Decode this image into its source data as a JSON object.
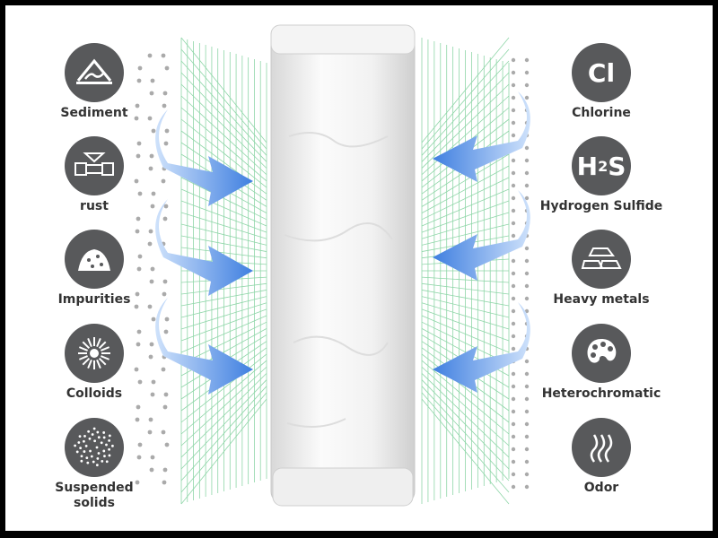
{
  "left_items": [
    {
      "label": "Sediment",
      "icon": "sediment-icon"
    },
    {
      "label": "rust",
      "icon": "valve-pipe-icon"
    },
    {
      "label": "Impurities",
      "icon": "pile-icon"
    },
    {
      "label": "Colloids",
      "icon": "colloid-icon"
    },
    {
      "label": "Suspended solids",
      "icon": "particles-icon"
    }
  ],
  "right_items": [
    {
      "label": "Chlorine",
      "icon": "chlorine-icon",
      "symbol": "Cl"
    },
    {
      "label": "Hydrogen Sulfide",
      "icon": "h2s-icon",
      "symbol": "H",
      "sub": "2",
      "symbol2": "S"
    },
    {
      "label": "Heavy metals",
      "icon": "metal-bars-icon"
    },
    {
      "label": "Heterochromatic",
      "icon": "palette-icon"
    },
    {
      "label": "Odor",
      "icon": "odor-icon"
    }
  ],
  "colors": {
    "icon_bg": "#58595b",
    "arrow": "#4a86e0",
    "grid": "#8fd6a8"
  }
}
